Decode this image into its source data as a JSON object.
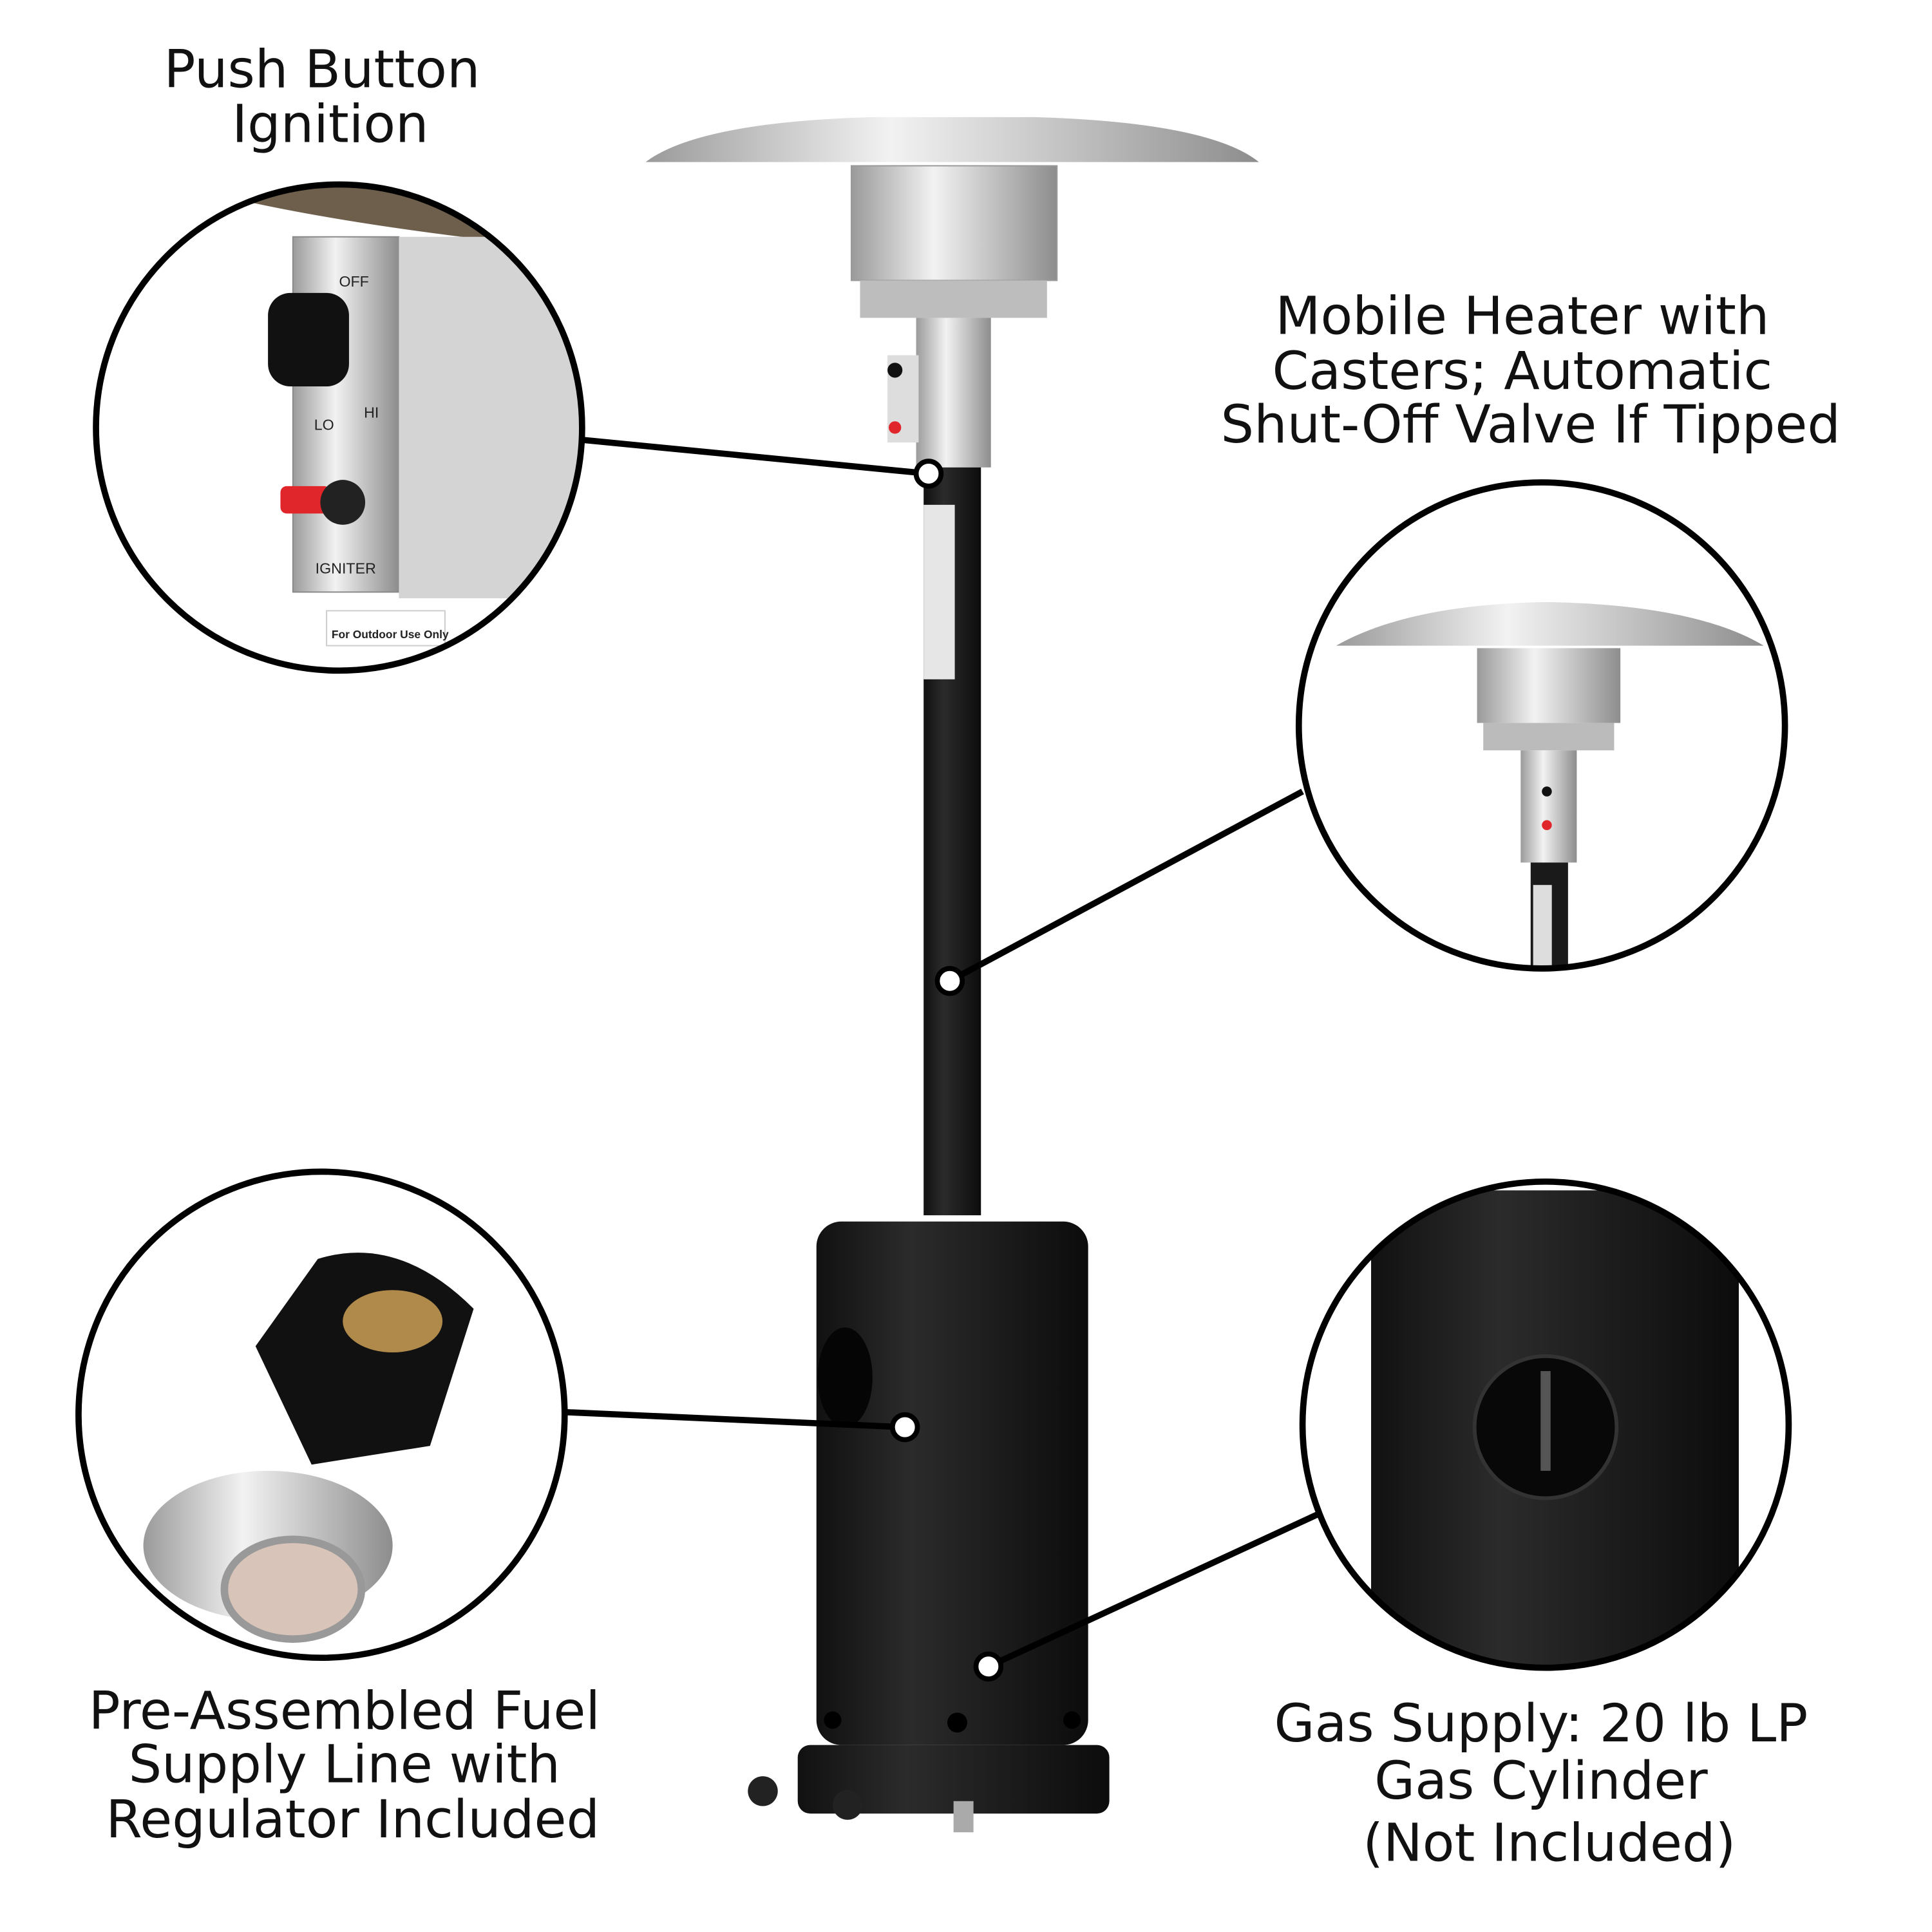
{
  "callouts": [
    {
      "lines": [
        "Push Button",
        "Ignition"
      ],
      "inset": {
        "knob_off": "OFF",
        "knob_lo": "LO",
        "knob_hi": "HI",
        "igniter": "IGNITER",
        "sticker": "For Outdoor Use Only"
      }
    },
    {
      "lines": [
        "Mobile Heater with",
        "Casters; Automatic",
        "Shut-Off Valve If Tipped"
      ]
    },
    {
      "lines": [
        "Pre-Assembled Fuel",
        "Supply Line with",
        "Regulator Included"
      ]
    },
    {
      "lines": [
        "Gas Supply: 20 lb LP",
        "Gas Cylinder",
        "(Not Included)"
      ]
    }
  ],
  "colors": {
    "heater_body": "#1c1c1c",
    "steel": "#c9c9c9",
    "igniter_red": "#e0262b",
    "outline": "#000000"
  }
}
